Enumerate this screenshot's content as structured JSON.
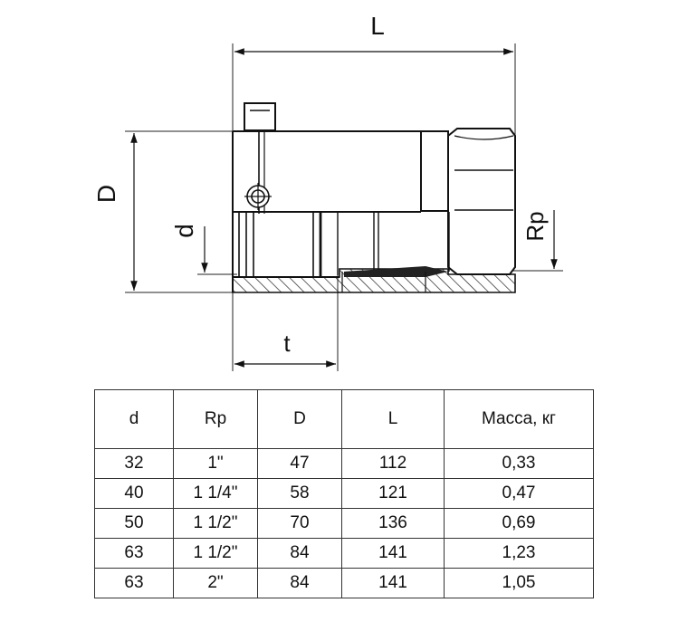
{
  "dimensions": {
    "L": "L",
    "D": "D",
    "d": "d",
    "t": "t",
    "Rp": "Rp"
  },
  "table": {
    "headers": [
      "d",
      "Rp",
      "D",
      "L",
      "Масса, кг"
    ],
    "rows": [
      [
        "32",
        "1\"",
        "47",
        "112",
        "0,33"
      ],
      [
        "40",
        "1 1/4\"",
        "58",
        "121",
        "0,47"
      ],
      [
        "50",
        "1 1/2\"",
        "70",
        "136",
        "0,69"
      ],
      [
        "63",
        "1 1/2\"",
        "84",
        "141",
        "1,23"
      ],
      [
        "63",
        "2\"",
        "84",
        "141",
        "1,05"
      ]
    ]
  }
}
